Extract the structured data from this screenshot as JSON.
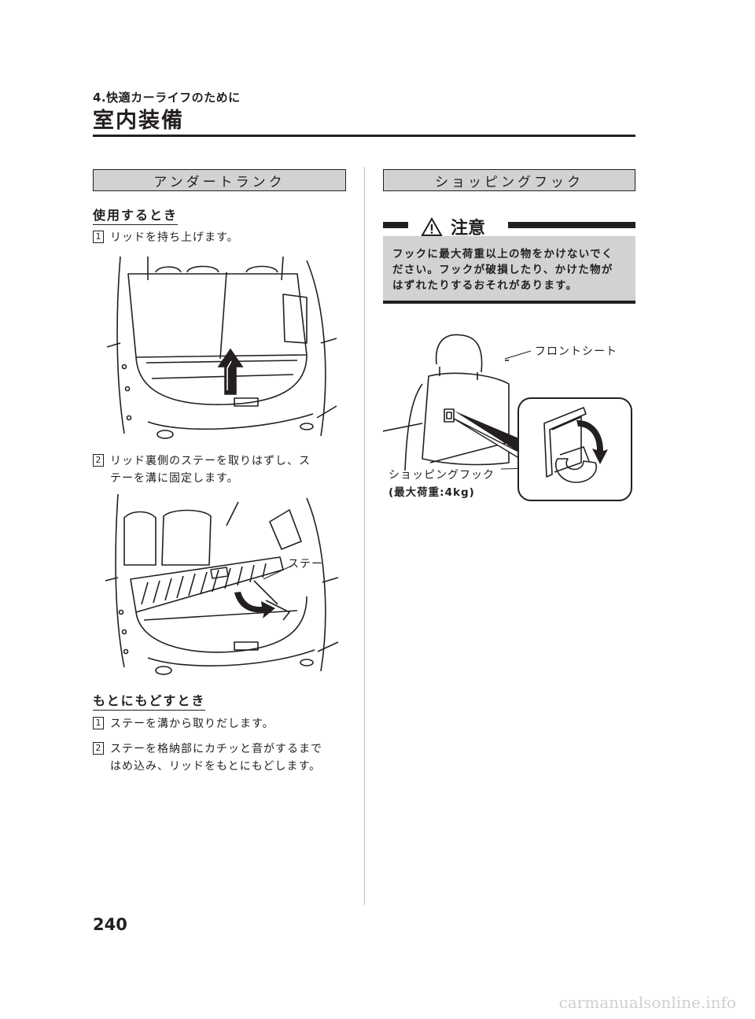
{
  "header": {
    "chapter": "4.快適カーライフのために",
    "title": "室内装備"
  },
  "left_section": {
    "heading": "アンダートランク",
    "use": {
      "subheading": "使用するとき",
      "steps": [
        {
          "num": "1",
          "text": "リッドを持ち上げます。"
        },
        {
          "num": "2",
          "line1": "リッド裏側のステーを取りはずし、ス",
          "line2": "テーを溝に固定します。"
        }
      ],
      "figure2_label": "ステー"
    },
    "restore": {
      "subheading": "もとにもどすとき",
      "steps": [
        {
          "num": "1",
          "text": "ステーを溝から取りだします。"
        },
        {
          "num": "2",
          "line1": "ステーを格納部にカチッと音がするまで",
          "line2": "はめ込み、リッドをもとにもどします。"
        }
      ]
    }
  },
  "right_section": {
    "heading": "ショッピングフック",
    "caution": {
      "title": "注意",
      "lines": [
        "フックに最大荷重以上の物をかけないでく",
        "ださい。フックが破損したり、かけた物が",
        "はずれたりするおそれがあります。"
      ]
    },
    "figure_labels": {
      "front_seat": "フロントシート",
      "hook": "ショッピングフック",
      "max_load": "(最大荷重:4kg)"
    }
  },
  "footer": {
    "page_number": "240",
    "watermark": "carmanualsonline.info"
  }
}
